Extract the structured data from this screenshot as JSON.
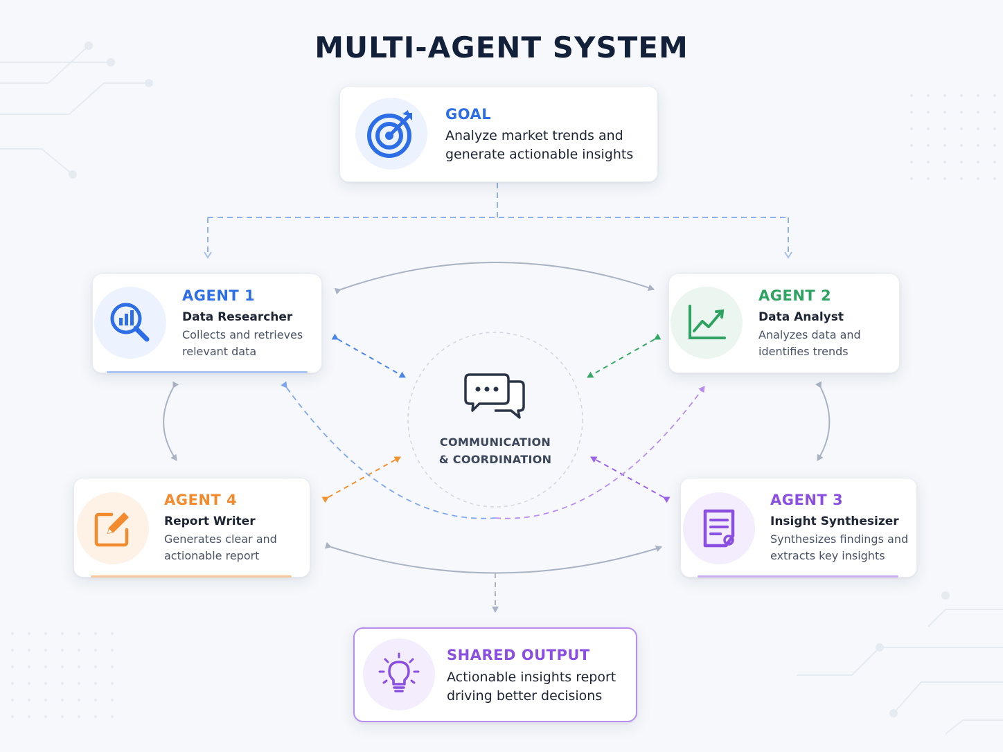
{
  "title": "MULTI-AGENT SYSTEM",
  "colors": {
    "blue": "#2d6ee6",
    "green": "#2ea260",
    "orange": "#f28a2e",
    "purple": "#8a4fe0",
    "connector_gray": "#a9b3c4"
  },
  "goal": {
    "heading": "GOAL",
    "line1": "Analyze market trends and",
    "line2": "generate actionable insights",
    "icon": "target-icon"
  },
  "agents": [
    {
      "heading": "AGENT 1",
      "role": "Data Researcher",
      "desc_line1": "Collects and retrieves",
      "desc_line2": "relevant data",
      "icon": "magnifier-chart-icon",
      "color": "#2d6ee6"
    },
    {
      "heading": "AGENT 2",
      "role": "Data Analyst",
      "desc_line1": "Analyzes data and",
      "desc_line2": "identifies trends",
      "icon": "line-chart-icon",
      "color": "#2ea260"
    },
    {
      "heading": "AGENT 3",
      "role": "Insight Synthesizer",
      "desc_line1": "Synthesizes findings and",
      "desc_line2": "extracts key insights",
      "icon": "document-icon",
      "color": "#8a4fe0"
    },
    {
      "heading": "AGENT 4",
      "role": "Report Writer",
      "desc_line1": "Generates clear and",
      "desc_line2": "actionable report",
      "icon": "edit-icon",
      "color": "#f28a2e"
    }
  ],
  "hub": {
    "line1": "COMMUNICATION",
    "line2": "& COORDINATION",
    "icon": "chat-bubbles-icon"
  },
  "output": {
    "heading": "SHARED OUTPUT",
    "line1": "Actionable insights report",
    "line2": "driving better decisions",
    "icon": "lightbulb-icon"
  }
}
